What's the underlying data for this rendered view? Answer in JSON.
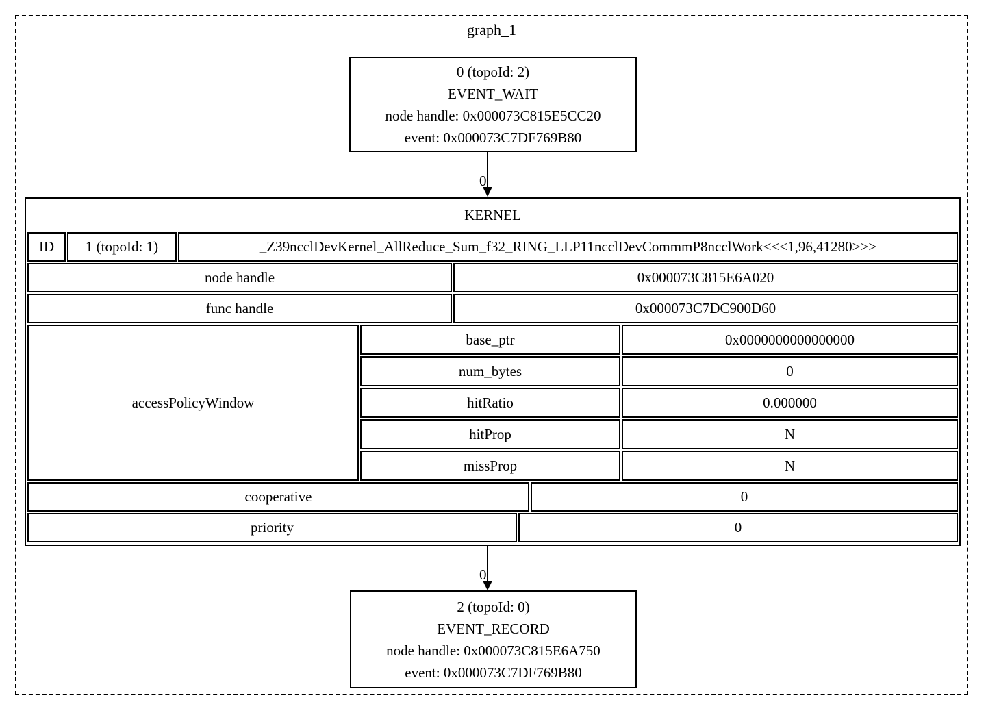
{
  "diagram": {
    "title": "graph_1",
    "nodes": {
      "event_wait": {
        "lines": [
          "0 (topoId: 2)",
          "EVENT_WAIT",
          "node handle: 0x000073C815E5CC20",
          "event: 0x000073C7DF769B80"
        ]
      },
      "kernel": {
        "header": "KERNEL",
        "id_label": "ID",
        "id_value": "1 (topoId: 1)",
        "kernel_name": "_Z39ncclDevKernel_AllReduce_Sum_f32_RING_LLP11ncclDevCommmP8ncclWork<<<1,96,41280>>>",
        "rows": [
          {
            "label": "node handle",
            "value": "0x000073C815E6A020"
          },
          {
            "label": "func handle",
            "value": "0x000073C7DC900D60"
          }
        ],
        "access_policy_window": {
          "label": "accessPolicyWindow",
          "rows": [
            {
              "label": "base_ptr",
              "value": "0x0000000000000000"
            },
            {
              "label": "num_bytes",
              "value": "0"
            },
            {
              "label": "hitRatio",
              "value": "0.000000"
            },
            {
              "label": "hitProp",
              "value": "N"
            },
            {
              "label": "missProp",
              "value": "N"
            }
          ]
        },
        "bottom_rows": [
          {
            "label": "cooperative",
            "value": "0"
          },
          {
            "label": "priority",
            "value": "0"
          }
        ]
      },
      "event_record": {
        "lines": [
          "2 (topoId: 0)",
          "EVENT_RECORD",
          "node handle: 0x000073C815E6A750",
          "event: 0x000073C7DF769B80"
        ]
      }
    },
    "edges": [
      {
        "label": "0"
      },
      {
        "label": "0"
      }
    ],
    "colors": {
      "line": "#000000",
      "background": "#ffffff"
    }
  }
}
